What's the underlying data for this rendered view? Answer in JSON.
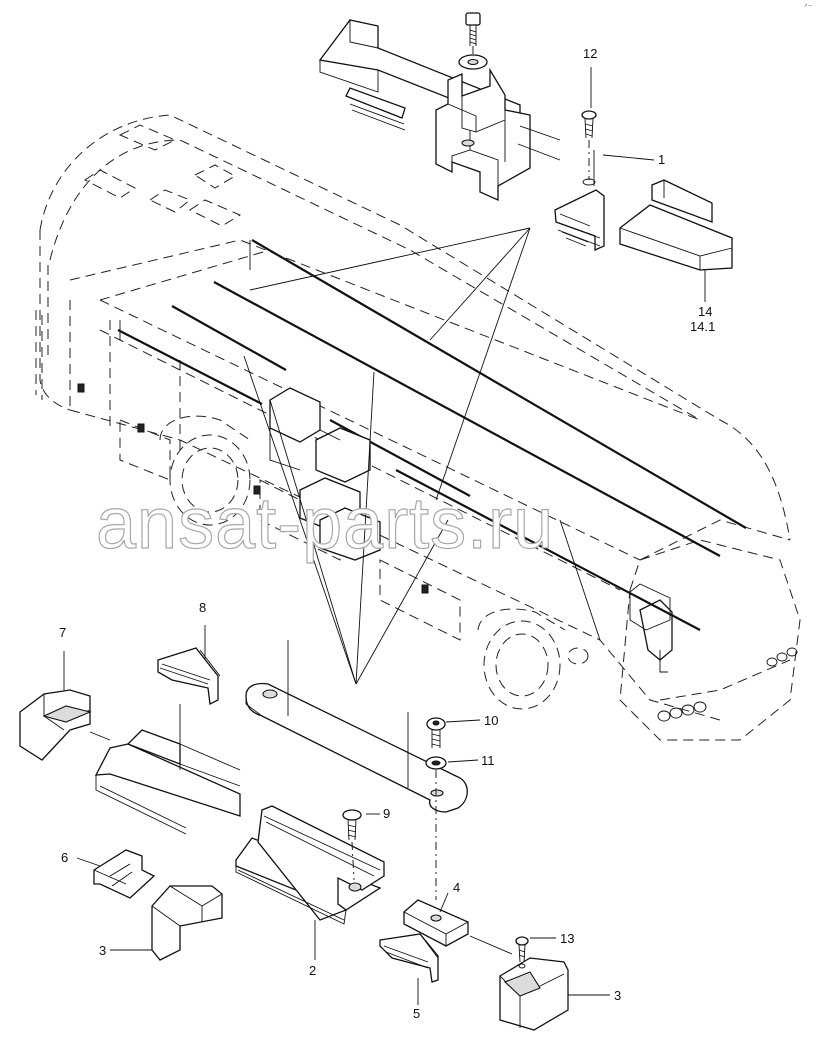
{
  "watermark": "ansat-parts.ru",
  "corner_mark": "ᐟ⁻",
  "callouts": [
    {
      "id": "callout-1",
      "text": "1"
    },
    {
      "id": "callout-2",
      "text": "2"
    },
    {
      "id": "callout-3a",
      "text": "3"
    },
    {
      "id": "callout-3b",
      "text": "3"
    },
    {
      "id": "callout-4",
      "text": "4"
    },
    {
      "id": "callout-5",
      "text": "5"
    },
    {
      "id": "callout-6",
      "text": "6"
    },
    {
      "id": "callout-7",
      "text": "7"
    },
    {
      "id": "callout-8",
      "text": "8"
    },
    {
      "id": "callout-9",
      "text": "9"
    },
    {
      "id": "callout-10",
      "text": "10"
    },
    {
      "id": "callout-11",
      "text": "11"
    },
    {
      "id": "callout-12",
      "text": "12"
    },
    {
      "id": "callout-13",
      "text": "13"
    },
    {
      "id": "callout-14",
      "text": "14"
    },
    {
      "id": "callout-14-1",
      "text": "14.1"
    }
  ]
}
